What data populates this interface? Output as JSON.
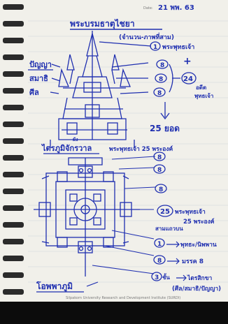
{
  "note": {
    "date_label": "Date:",
    "date_value": "21 พพ. 63",
    "title": "พระบรมธาตุไชยา",
    "subtitle": "(จำนวน-ภาพที่สาม)",
    "left_labels": [
      "ปัญญา",
      "สมาธิ",
      "ศีล"
    ],
    "bubble_top": "1",
    "bubble_top_text": "พระพุทธเจ้า",
    "plus_sign": "+",
    "bubbles_eight": [
      "8",
      "8",
      "8"
    ],
    "bubble_twentyfour": "24",
    "twentyfour_note_1": "อดีต",
    "twentyfour_note_2": "พุทธเจ้า",
    "twentyfive_total": "25 ยอด",
    "plan_title_small": "ผัง",
    "plan_title": "ไตรภูมิจักรวาล",
    "plan_note": "พระพุทธเจ้า 25 พระองค์",
    "legend_25": "25",
    "legend_25_text_1": "พระพุทธเจ้า",
    "legend_25_text_2": "25 พระองค์",
    "legend_25_text_3": "สามแถวบน",
    "legend_1": "1",
    "legend_1_text": "พุทธะ/นิพพาน",
    "legend_8": "8",
    "legend_8_text": "มรรค 8",
    "legend_3": "3",
    "legend_3_prefix": "ชั้น",
    "legend_3_text_1": "ไตรสิกขา",
    "legend_3_text_2": "(ศีล/สมาธิ/ปัญญา)",
    "bottom_label": "โอพพาภูมิ",
    "watermark": "Silpakorn University Research and Development Institute (SURDI)"
  }
}
